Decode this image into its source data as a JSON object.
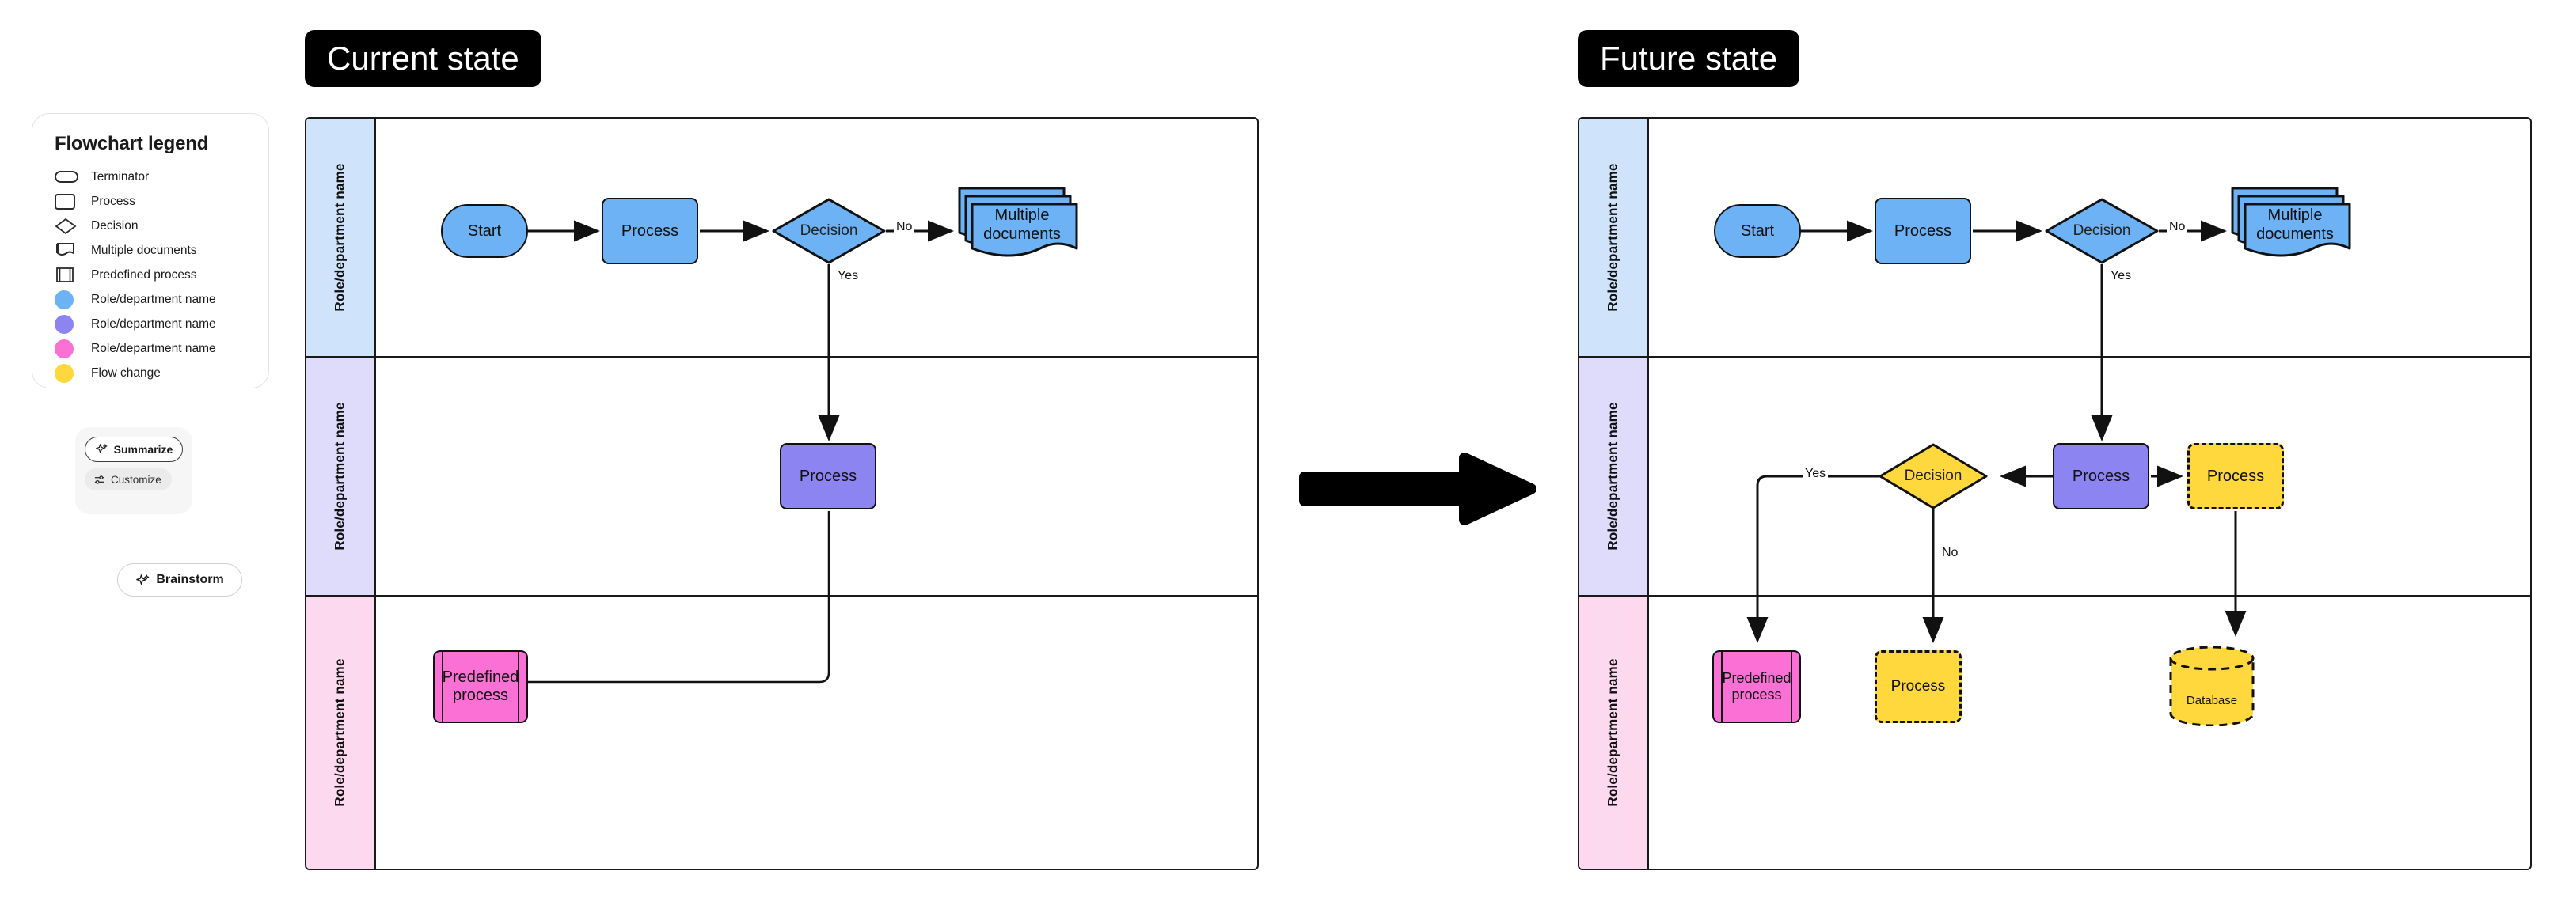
{
  "legend": {
    "title": "Flowchart legend",
    "items": [
      {
        "label": "Terminator",
        "icon": "terminator-shape-icon",
        "kind": "terminator"
      },
      {
        "label": "Process",
        "icon": "process-shape-icon",
        "kind": "process"
      },
      {
        "label": "Decision",
        "icon": "decision-shape-icon",
        "kind": "decision"
      },
      {
        "label": "Multiple documents",
        "icon": "multiple-documents-shape-icon",
        "kind": "documents"
      },
      {
        "label": "Predefined process",
        "icon": "predefined-process-shape-icon",
        "kind": "predefined"
      },
      {
        "label": "Role/department name",
        "icon": "blue-dot-icon",
        "kind": "dot",
        "color": "#6cb2f5"
      },
      {
        "label": "Role/department name",
        "icon": "purple-dot-icon",
        "kind": "dot",
        "color": "#8c84f0"
      },
      {
        "label": "Role/department name",
        "icon": "pink-dot-icon",
        "kind": "dot",
        "color": "#fa70d4"
      },
      {
        "label": "Flow change",
        "icon": "yellow-dot-icon",
        "kind": "dot",
        "color": "#ffd83d"
      }
    ]
  },
  "ai_tools": {
    "summarize_label": "Summarize",
    "customize_label": "Customize",
    "brainstorm_label": "Brainstorm"
  },
  "colors": {
    "lane_blue": "#cfe4fb",
    "lane_purple": "#dedcfa",
    "lane_pink": "#fcd9ef",
    "node_blue": "#6cb2f5",
    "node_purple": "#8c84f0",
    "node_pink": "#fa70d4",
    "node_yellow": "#ffd83d",
    "stroke": "#111111",
    "title_bg": "#000000",
    "title_fg": "#ffffff"
  },
  "diagrams": [
    {
      "id": "current-state",
      "title": "Current state",
      "lanes": [
        {
          "label": "Role/department name",
          "color": "#cfe4fb"
        },
        {
          "label": "Role/department name",
          "color": "#dedcfa"
        },
        {
          "label": "Role/department name",
          "color": "#fcd9ef"
        }
      ],
      "nodes": [
        {
          "id": "start",
          "type": "terminator",
          "label": "Start",
          "color": "#6cb2f5",
          "lane": 0
        },
        {
          "id": "proc1",
          "type": "process",
          "label": "Process",
          "color": "#6cb2f5",
          "lane": 0
        },
        {
          "id": "dec1",
          "type": "decision",
          "label": "Decision",
          "color": "#6cb2f5",
          "lane": 0
        },
        {
          "id": "docs1",
          "type": "documents",
          "label": "Multiple documents",
          "color": "#6cb2f5",
          "lane": 0
        },
        {
          "id": "proc2",
          "type": "process",
          "label": "Process",
          "color": "#8c84f0",
          "lane": 1
        },
        {
          "id": "predef1",
          "type": "predefined",
          "label": "Predefined process",
          "color": "#fa70d4",
          "lane": 2
        }
      ],
      "edges": [
        {
          "from": "start",
          "to": "proc1",
          "label": ""
        },
        {
          "from": "proc1",
          "to": "dec1",
          "label": ""
        },
        {
          "from": "dec1",
          "to": "docs1",
          "label": "No"
        },
        {
          "from": "dec1",
          "to": "proc2",
          "label": "Yes"
        },
        {
          "from": "proc2",
          "to": "predef1",
          "label": ""
        }
      ]
    },
    {
      "id": "future-state",
      "title": "Future state",
      "lanes": [
        {
          "label": "Role/department name",
          "color": "#cfe4fb"
        },
        {
          "label": "Role/department name",
          "color": "#dedcfa"
        },
        {
          "label": "Role/department name",
          "color": "#fcd9ef"
        }
      ],
      "nodes": [
        {
          "id": "start",
          "type": "terminator",
          "label": "Start",
          "color": "#6cb2f5",
          "lane": 0
        },
        {
          "id": "proc1",
          "type": "process",
          "label": "Process",
          "color": "#6cb2f5",
          "lane": 0
        },
        {
          "id": "dec1",
          "type": "decision",
          "label": "Decision",
          "color": "#6cb2f5",
          "lane": 0
        },
        {
          "id": "docs1",
          "type": "documents",
          "label": "Multiple documents",
          "color": "#6cb2f5",
          "lane": 0
        },
        {
          "id": "dec2",
          "type": "decision",
          "label": "Decision",
          "color": "#ffd83d",
          "lane": 1,
          "flow_change": true
        },
        {
          "id": "proc2",
          "type": "process",
          "label": "Process",
          "color": "#8c84f0",
          "lane": 1
        },
        {
          "id": "proc3",
          "type": "process",
          "label": "Process",
          "color": "#ffd83d",
          "lane": 1,
          "flow_change": true
        },
        {
          "id": "predef1",
          "type": "predefined",
          "label": "Predefined process",
          "color": "#fa70d4",
          "lane": 2
        },
        {
          "id": "proc4",
          "type": "process",
          "label": "Process",
          "color": "#ffd83d",
          "lane": 2,
          "flow_change": true
        },
        {
          "id": "db1",
          "type": "database",
          "label": "Database",
          "color": "#ffd83d",
          "lane": 2,
          "flow_change": true
        }
      ],
      "edges": [
        {
          "from": "start",
          "to": "proc1",
          "label": ""
        },
        {
          "from": "proc1",
          "to": "dec1",
          "label": ""
        },
        {
          "from": "dec1",
          "to": "docs1",
          "label": "No"
        },
        {
          "from": "dec1",
          "to": "proc2",
          "label": "Yes"
        },
        {
          "from": "proc2",
          "to": "dec2",
          "label": ""
        },
        {
          "from": "proc2",
          "to": "proc3",
          "label": ""
        },
        {
          "from": "dec2",
          "to": "predef1",
          "label": "Yes"
        },
        {
          "from": "dec2",
          "to": "proc4",
          "label": "No"
        },
        {
          "from": "proc3",
          "to": "db1",
          "label": ""
        }
      ]
    }
  ],
  "transition_arrow": "big-right-arrow-icon"
}
